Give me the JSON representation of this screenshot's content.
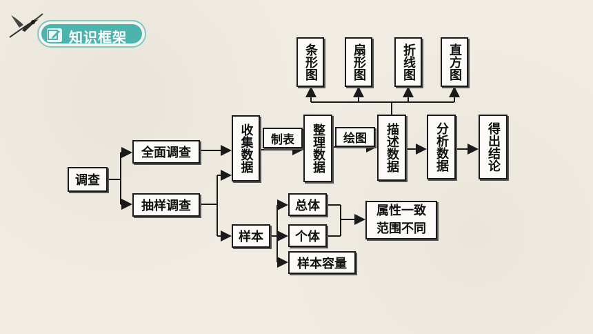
{
  "header": {
    "title": "知识框架"
  },
  "nodes": {
    "survey": "调查",
    "census": "全面调查",
    "sampling": "抽样调查",
    "collect": "收集数据",
    "tabulate": "制表",
    "organize": "整理数据",
    "draw": "绘图",
    "describe": "描述数据",
    "analyze": "分析数据",
    "conclude": "得出结论",
    "bar_chart": "条形图",
    "pie_chart": "扇形图",
    "line_chart": "折线图",
    "histogram": "直方图",
    "sample": "样本",
    "population": "总体",
    "individual": "个体",
    "sample_size": "样本容量",
    "note": "属性一致范围不同"
  }
}
